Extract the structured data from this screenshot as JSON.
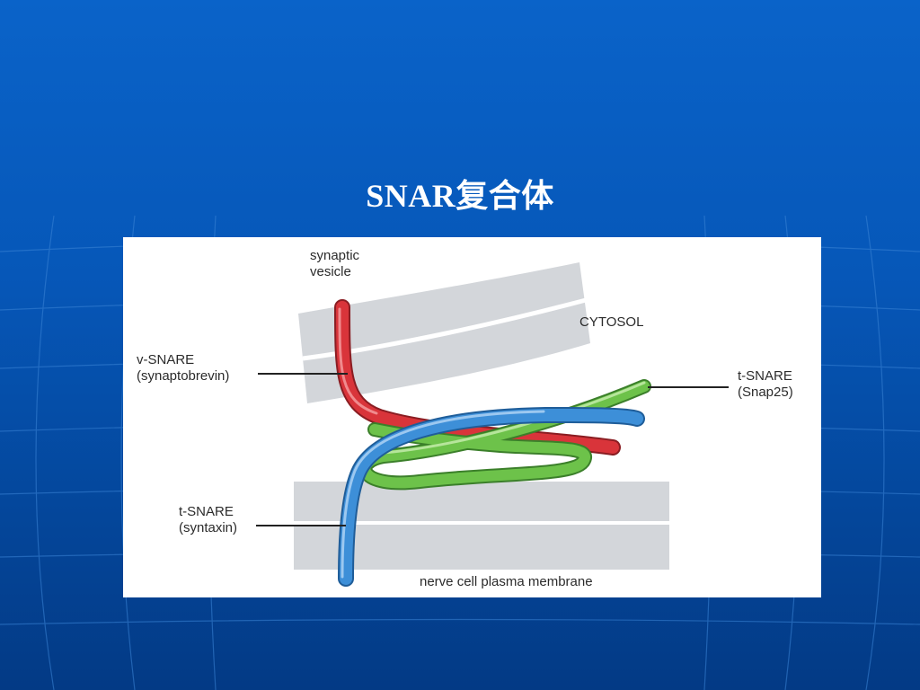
{
  "slide": {
    "title": "SNAR复合体"
  },
  "labels": {
    "vesicle_line1": "synaptic",
    "vesicle_line2": "vesicle",
    "cytosol": "CYTOSOL",
    "v_snare": "v-SNARE",
    "v_snare_sub": "(synaptobrevin)",
    "t_snare_right": "t-SNARE",
    "t_snare_right_sub": "(Snap25)",
    "t_snare_left": "t-SNARE",
    "t_snare_left_sub": "(syntaxin)",
    "membrane": "nerve cell plasma membrane"
  },
  "colors": {
    "background": "#0657b8",
    "red_protein": "#d9343a",
    "blue_protein": "#3d8fd8",
    "green_protein": "#6dc24a",
    "membrane_gray": "#d3d6da"
  }
}
